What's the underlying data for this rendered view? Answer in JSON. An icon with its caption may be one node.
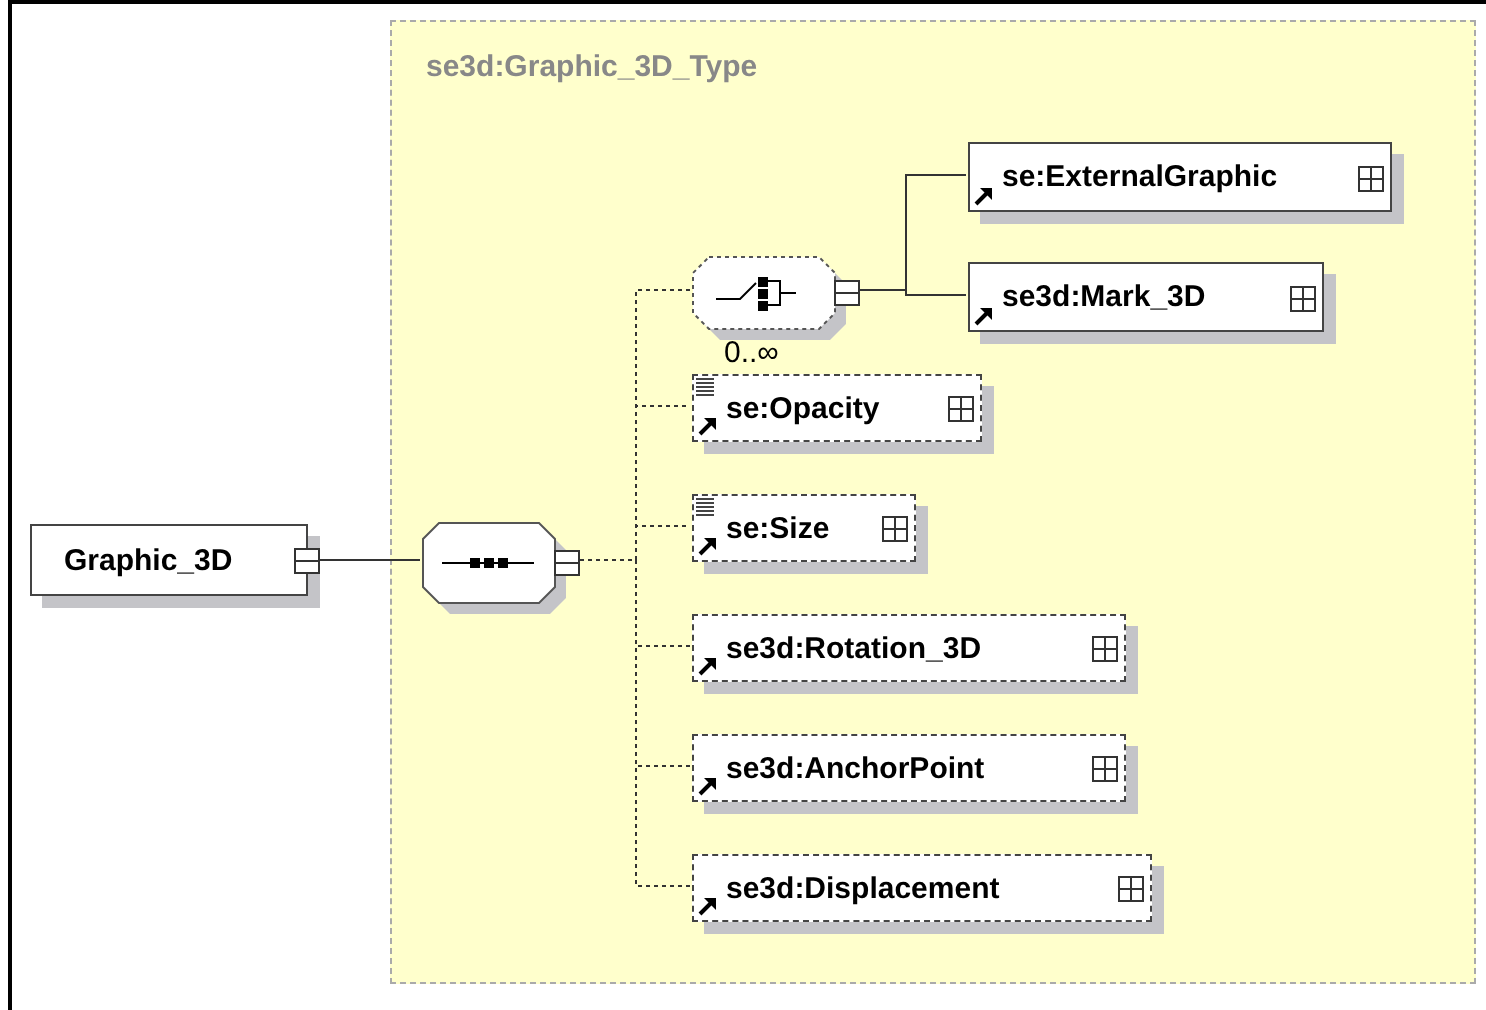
{
  "diagram": {
    "nodes": [
      {
        "text": [
          "se3d:Graphic_3D_Type"
        ]
      },
      {
        "text": [
          "Graphic_3D"
        ]
      },
      {
        "text": [],
        "shape": "octagon",
        "in": 0
      },
      {
        "text": [],
        "shape": "octagon",
        "in": 0,
        "beside": [
          "0..∞"
        ]
      },
      {
        "text": [
          "se:ExternalGraphic"
        ],
        "in": 0
      },
      {
        "text": [
          "se3d:Mark_3D"
        ],
        "in": 0
      },
      {
        "text": [
          "se:Opacity"
        ],
        "in": 0
      },
      {
        "text": [
          "se:Size"
        ],
        "in": 0
      },
      {
        "text": [
          "se3d:Rotation_3D"
        ],
        "in": 0
      },
      {
        "text": [
          "se3d:AnchorPoint"
        ],
        "in": 0
      },
      {
        "text": [
          "se3d:Displacement"
        ],
        "in": 0
      }
    ],
    "edges": [
      {
        "from": 1,
        "to": 2,
        "arrow": "none"
      },
      {
        "from": 2,
        "to": 3,
        "arrow": "none",
        "style": "dashed"
      },
      {
        "from": 3,
        "to": 4,
        "arrow": "none"
      },
      {
        "from": 3,
        "to": 5,
        "arrow": "none"
      },
      {
        "from": 2,
        "to": 6,
        "arrow": "none",
        "style": "dashed"
      },
      {
        "from": 2,
        "to": 7,
        "arrow": "none",
        "style": "dashed"
      },
      {
        "from": 2,
        "to": 8,
        "arrow": "none",
        "style": "dashed"
      },
      {
        "from": 2,
        "to": 9,
        "arrow": "none",
        "style": "dashed"
      },
      {
        "from": 2,
        "to": 10,
        "arrow": "none",
        "style": "dashed"
      }
    ]
  }
}
